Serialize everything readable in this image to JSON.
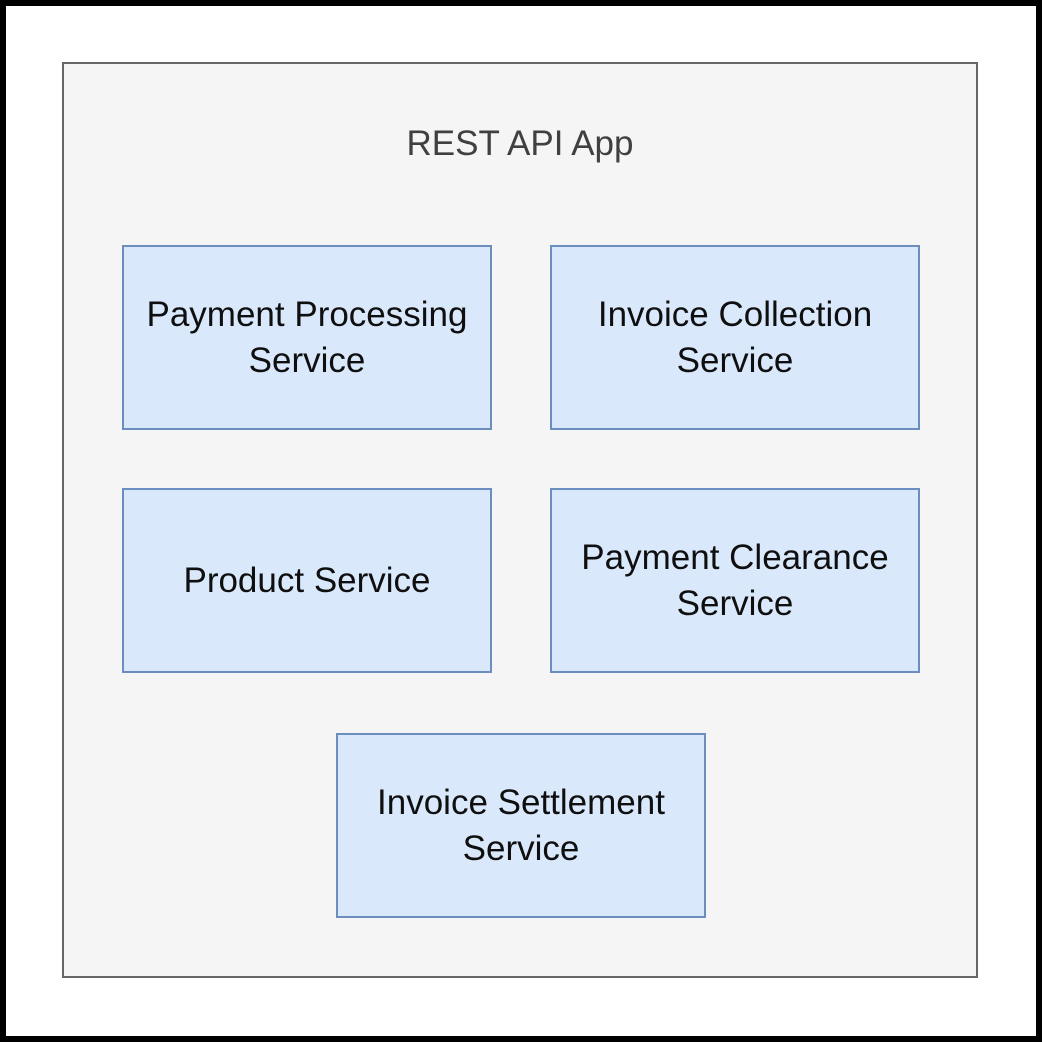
{
  "diagram": {
    "title": "REST API App",
    "colors": {
      "frame": "#000000",
      "container_fill": "#f5f5f5",
      "container_border": "#666666",
      "node_fill": "#dae8fc",
      "node_border": "#6c8ebf"
    },
    "nodes": [
      {
        "label": "Payment Processing Service"
      },
      {
        "label": "Invoice Collection Service"
      },
      {
        "label": "Product Service"
      },
      {
        "label": "Payment Clearance Service"
      },
      {
        "label": "Invoice Settlement Service"
      }
    ]
  }
}
